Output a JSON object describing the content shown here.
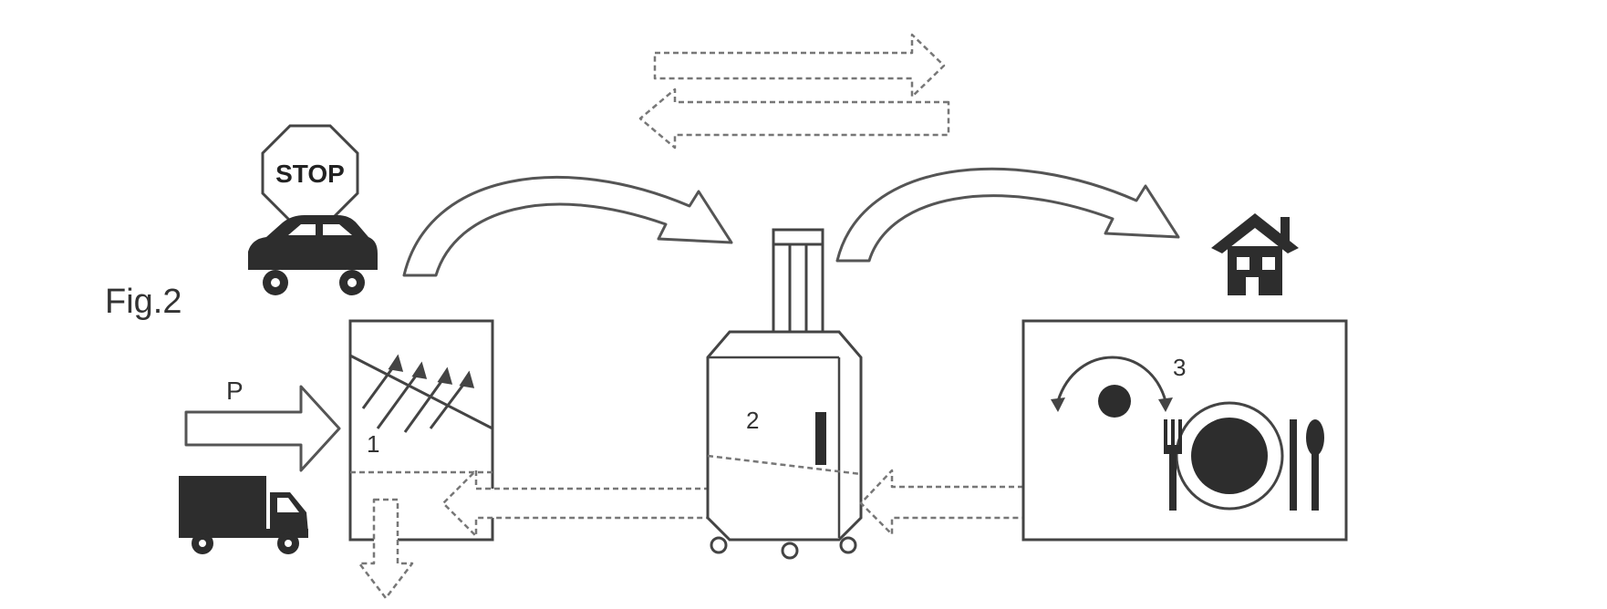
{
  "figure": {
    "title": "Fig.2",
    "arrow_label": "P",
    "stop_sign_text": "STOP",
    "zone_labels": [
      "1",
      "2",
      "3"
    ],
    "colors": {
      "ink": "#2d2d2d",
      "outline": "#555555",
      "dashed": "#777777",
      "background": "#ffffff"
    }
  },
  "icons": [
    "stop-sign-icon",
    "car-icon",
    "truck-icon",
    "house-icon",
    "suitcase-icon",
    "cutlery-plate-icon",
    "rotation-arrow-icon"
  ]
}
